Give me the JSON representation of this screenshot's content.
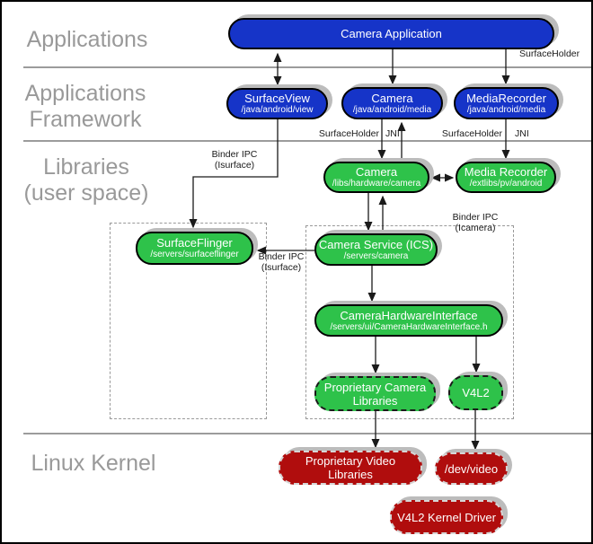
{
  "colors": {
    "app_blue": "#1634c8",
    "lib_green": "#2ec24a",
    "kernel_red": "#b00d0d",
    "box_shadow_gray": "#bcbcbc",
    "layer_label_gray": "#999999",
    "divider_gray": "#9c9c9c"
  },
  "layers": {
    "applications": {
      "line1": "Applications"
    },
    "framework": {
      "line1": "Applications",
      "line2": "Framework"
    },
    "libraries": {
      "line1": "Libraries",
      "line2": "(user space)"
    },
    "kernel": {
      "line1": "Linux Kernel"
    }
  },
  "nodes": {
    "camera_app": {
      "title": "Camera Application"
    },
    "surface_view": {
      "title": "SurfaceView",
      "subtitle": "/java/android/view"
    },
    "camera_java": {
      "title": "Camera",
      "subtitle": "/java/android/media"
    },
    "media_recorder_java": {
      "title": "MediaRecorder",
      "subtitle": "/java/android/media"
    },
    "camera_lib": {
      "title": "Camera",
      "subtitle": "/libs/hardware/camera"
    },
    "media_recorder_lib": {
      "title": "Media Recorder",
      "subtitle": "/extlibs/pv/android"
    },
    "surface_flinger": {
      "title": "SurfaceFlinger",
      "subtitle": "/servers/surfaceflinger"
    },
    "camera_service": {
      "title": "Camera Service (ICS)",
      "subtitle": "/servers/camera"
    },
    "camera_hardware_interface": {
      "title": "CameraHardwareInterface",
      "subtitle": "/servers/ui/CameraHardwareInterface.h"
    },
    "proprietary_camera_libraries": {
      "title": "Proprietary Camera",
      "title2": "Libraries"
    },
    "v4l2": {
      "title": "V4L2"
    },
    "proprietary_video_libraries": {
      "title": "Proprietary Video",
      "title2": "Libraries"
    },
    "dev_video": {
      "title": "/dev/video"
    },
    "v4l2_kernel_driver": {
      "title": "V4L2 Kernel Driver"
    }
  },
  "edge_labels": {
    "surfaceholder_top": "SurfaceHolder",
    "surfaceholder_camera": "SurfaceHolder",
    "jni_camera": "JNI",
    "surfaceholder_mr": "SurfaceHolder",
    "jni_mr": "JNI",
    "binder_isurface_upper_1": "Binder IPC",
    "binder_isurface_upper_2": "(Isurface)",
    "binder_icamera_1": "Binder IPC",
    "binder_icamera_2": "(Icamera)",
    "binder_isurface_lower_1": "Binder IPC",
    "binder_isurface_lower_2": "(Isurface)"
  }
}
